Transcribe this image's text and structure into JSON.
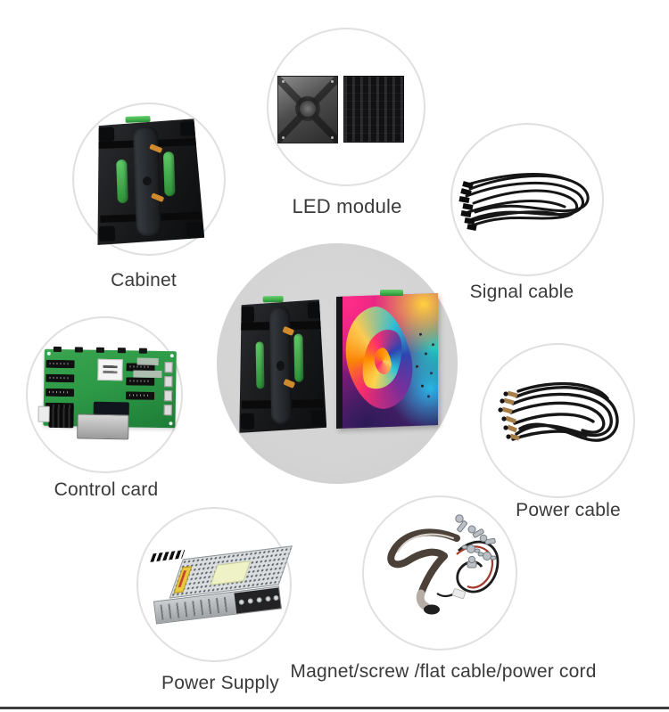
{
  "figure": {
    "background": "#ffffff",
    "label_color": "#3a3a3a",
    "circle_border_color": "#e0e0e0",
    "center_circle_fill": "#d3d3d3",
    "accent_green": "#3fae49",
    "pcb_green": "#2d9a47",
    "bottom_rule_color": "#3d3d3d"
  },
  "components": {
    "led_module": {
      "label": "LED module"
    },
    "cabinet": {
      "label": "Cabinet"
    },
    "signal_cable": {
      "label": "Signal cable"
    },
    "control_card": {
      "label": "Control card"
    },
    "power_cable": {
      "label": "Power cable"
    },
    "power_supply": {
      "label": "Power Supply"
    },
    "magnet_kit": {
      "label": "Magnet/screw /flat cable/power cord"
    }
  }
}
